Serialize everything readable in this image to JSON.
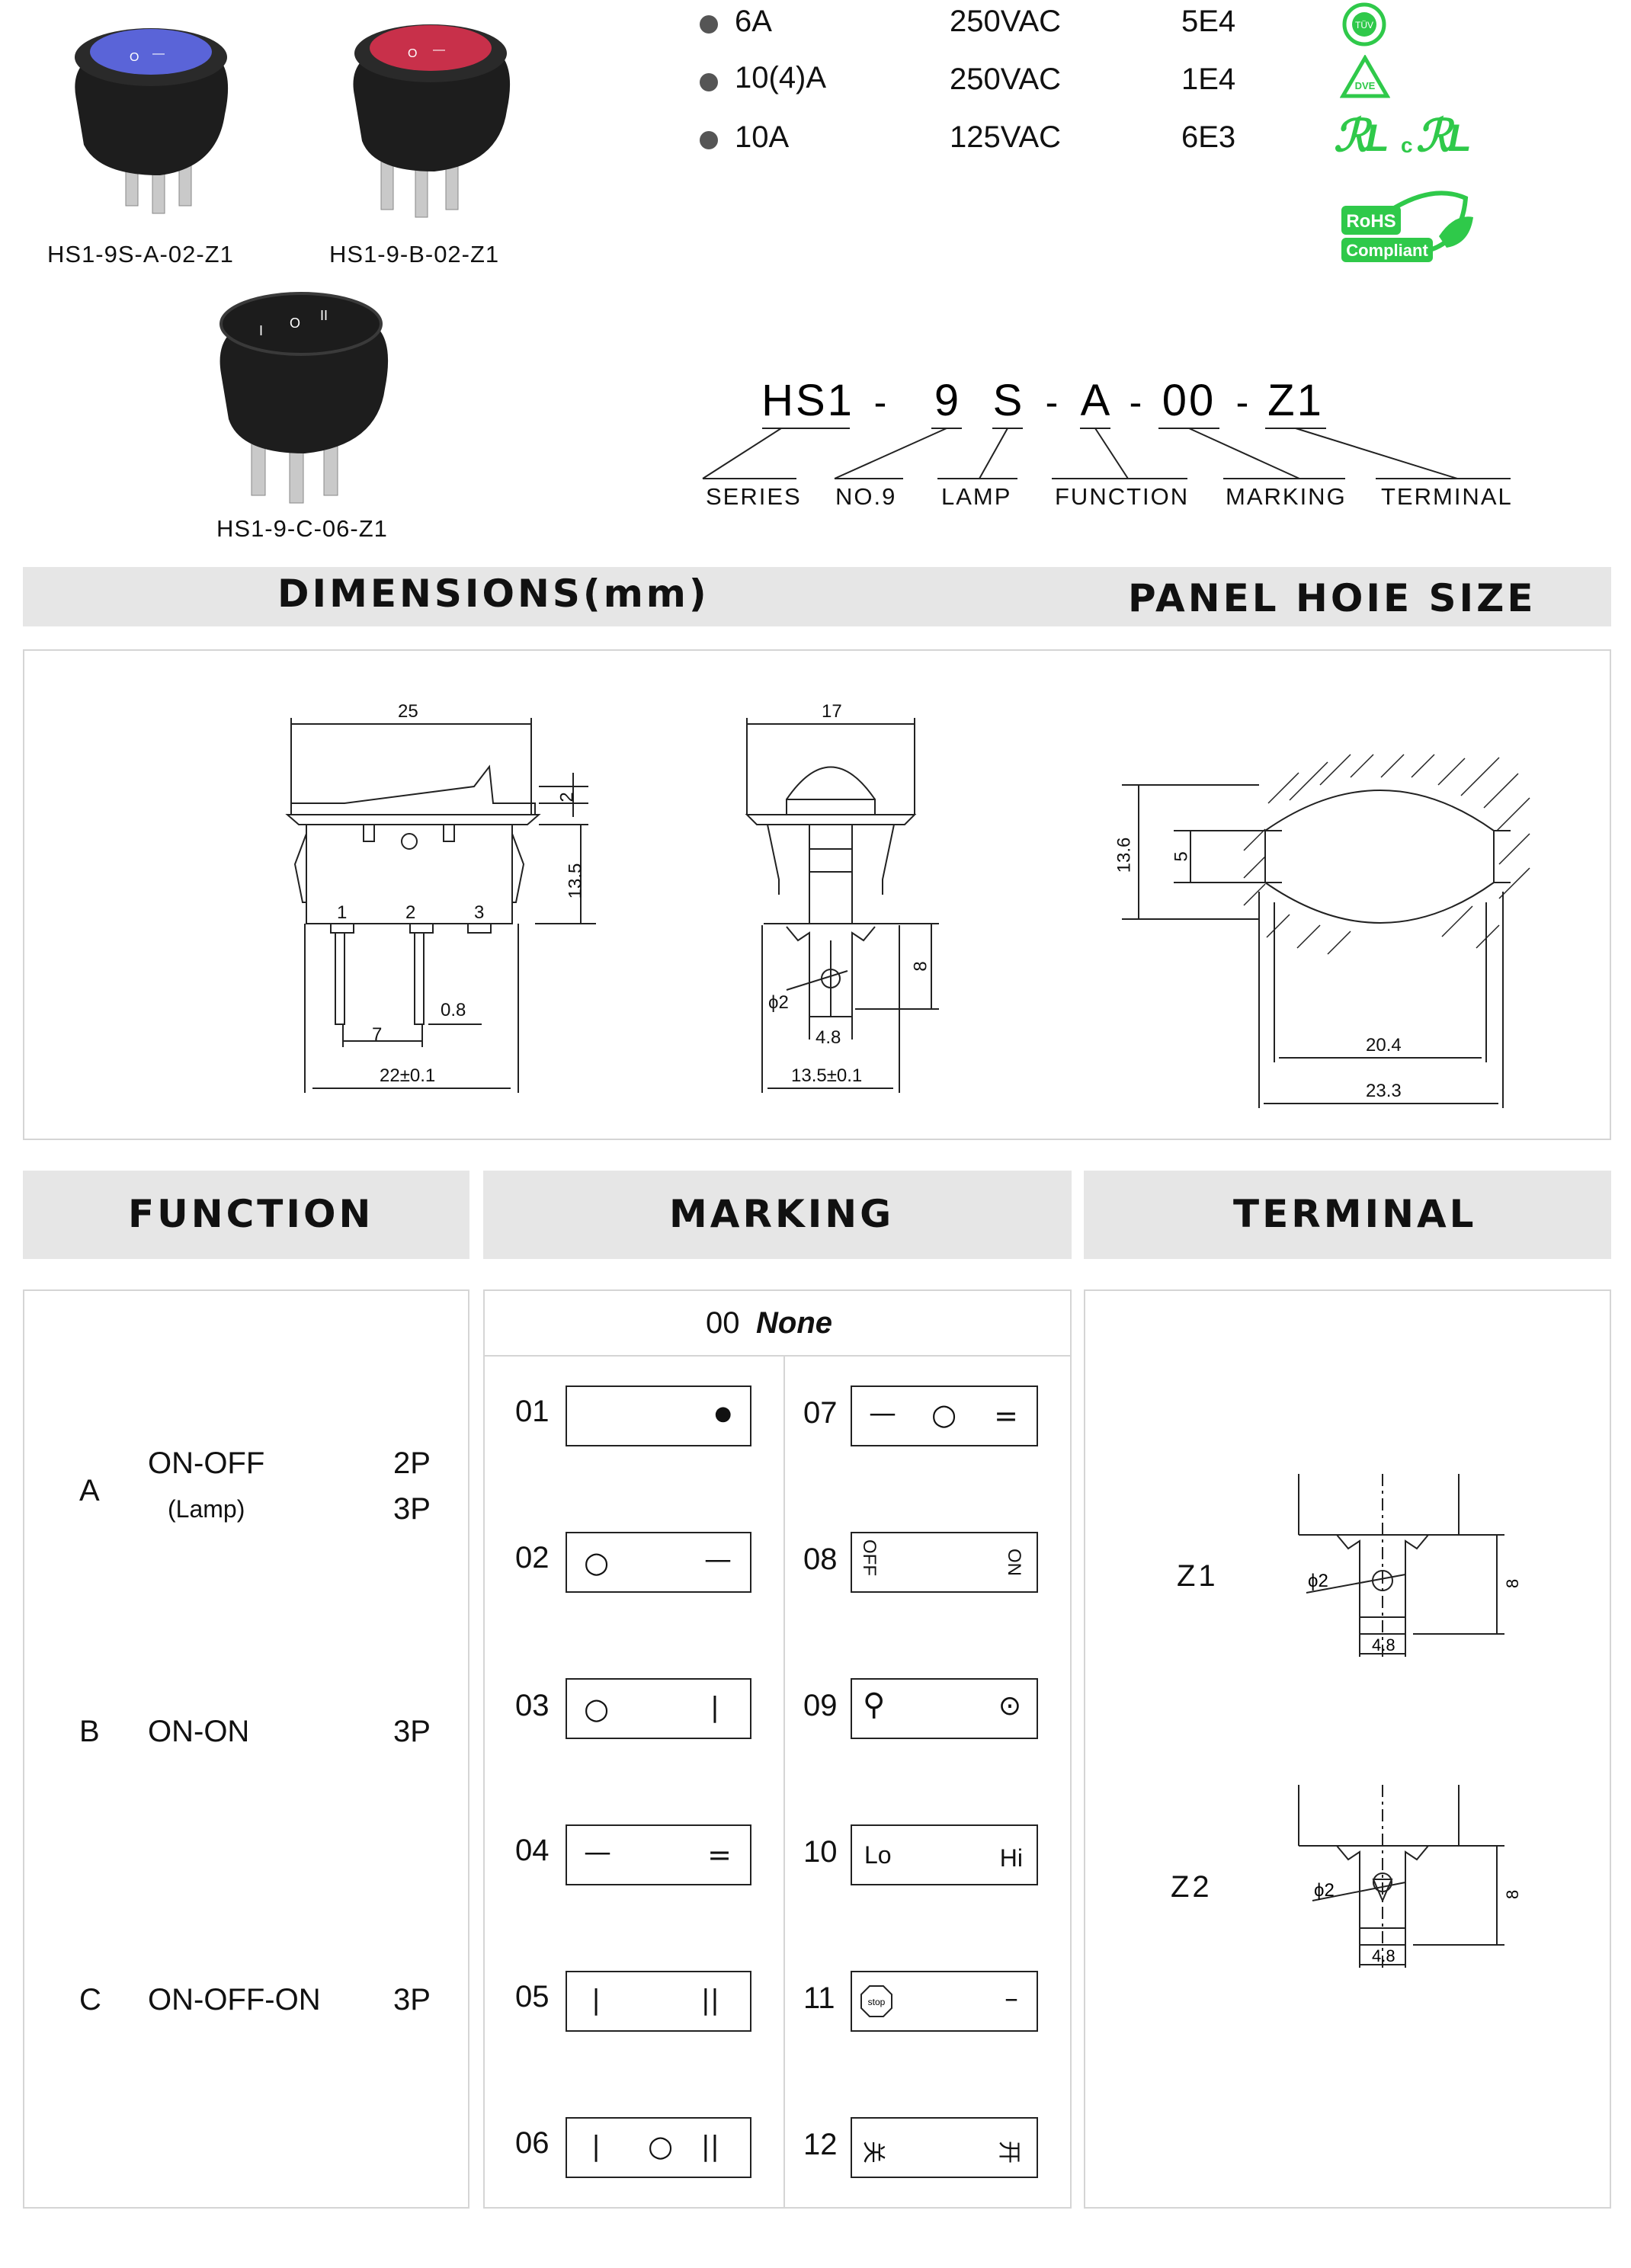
{
  "products": [
    {
      "label": "HS1-9S-A-02-Z1",
      "lens": "#5a64d8"
    },
    {
      "label": "HS1-9-B-02-Z1",
      "lens": "#c8304a"
    },
    {
      "label": "HS1-9-C-06-Z1",
      "lens": "#1c1c1c"
    }
  ],
  "ratings": [
    {
      "current": "6A",
      "voltage": "250VAC",
      "life": "5E4"
    },
    {
      "current": "10(4)A",
      "voltage": "250VAC",
      "life": "1E4"
    },
    {
      "current": "10A",
      "voltage": "125VAC",
      "life": "6E3"
    }
  ],
  "certs": {
    "tuv": "TÜV",
    "vde": "DVE",
    "ul_c": "c",
    "rohs_top": "RoHS",
    "rohs_bottom": "Compliant",
    "color": "#2fc94a"
  },
  "part_number": {
    "segments": [
      "HS1",
      "9",
      "S",
      "A",
      "00",
      "Z1"
    ],
    "separator": "-",
    "labels": [
      "SERIES",
      "NO.9",
      "LAMP",
      "FUNCTION",
      "MARKING",
      "TERMINAL"
    ]
  },
  "headers": {
    "dimensions": "DIMENSIONS(mm)",
    "panel": "PANEL  HOIE  SIZE",
    "function": "FUNCTION",
    "marking": "MARKING",
    "terminal": "TERMINAL"
  },
  "dimensions": {
    "front": {
      "width": "25",
      "lip": "2",
      "height": "13.5",
      "pin1": "1",
      "pin2": "2",
      "pin3": "3",
      "pin_pitch": "7",
      "pin_thick": "0.8",
      "body": "22±0.1"
    },
    "side": {
      "width": "17",
      "hole": "ϕ2",
      "tab_w": "4.8",
      "tab_h": "8",
      "body": "13.5±0.1"
    },
    "panel": {
      "height": "13.6",
      "neck": "5",
      "inner": "20.4",
      "outer": "23.3"
    }
  },
  "function": [
    {
      "code": "A",
      "name": "ON-OFF",
      "note": "(Lamp)",
      "poles": [
        "2P",
        "3P"
      ]
    },
    {
      "code": "B",
      "name": "ON-ON",
      "note": "",
      "poles": [
        "3P"
      ]
    },
    {
      "code": "C",
      "name": "ON-OFF-ON",
      "note": "",
      "poles": [
        "3P"
      ]
    }
  ],
  "marking": {
    "none_code": "00",
    "none_label": "None",
    "left": [
      {
        "code": "01",
        "sym_l": "",
        "sym_r": "●"
      },
      {
        "code": "02",
        "sym_l": "○",
        "sym_r": "—"
      },
      {
        "code": "03",
        "sym_l": "○",
        "sym_r": "|"
      },
      {
        "code": "04",
        "sym_l": "—",
        "sym_r": "="
      },
      {
        "code": "05",
        "sym_l": "|",
        "sym_r": "||"
      },
      {
        "code": "06",
        "sym_l": "|",
        "sym_m": "○",
        "sym_r": "||"
      }
    ],
    "right": [
      {
        "code": "07",
        "sym_l": "—",
        "sym_m": "○",
        "sym_r": "="
      },
      {
        "code": "08",
        "sym_l": "OFF",
        "sym_r": "ON"
      },
      {
        "code": "09",
        "sym_l": "⚲",
        "sym_r": "⊙"
      },
      {
        "code": "10",
        "sym_l": "Lo",
        "sym_r": "Hi"
      },
      {
        "code": "11",
        "sym_l": "stop",
        "sym_r": "–"
      },
      {
        "code": "12",
        "sym_l": "关",
        "sym_r": "开"
      }
    ]
  },
  "terminal": [
    {
      "code": "Z1",
      "hole": "ϕ2",
      "w": "4.8",
      "h": "8"
    },
    {
      "code": "Z2",
      "hole": "ϕ2",
      "w": "4.8",
      "h": "8"
    }
  ]
}
